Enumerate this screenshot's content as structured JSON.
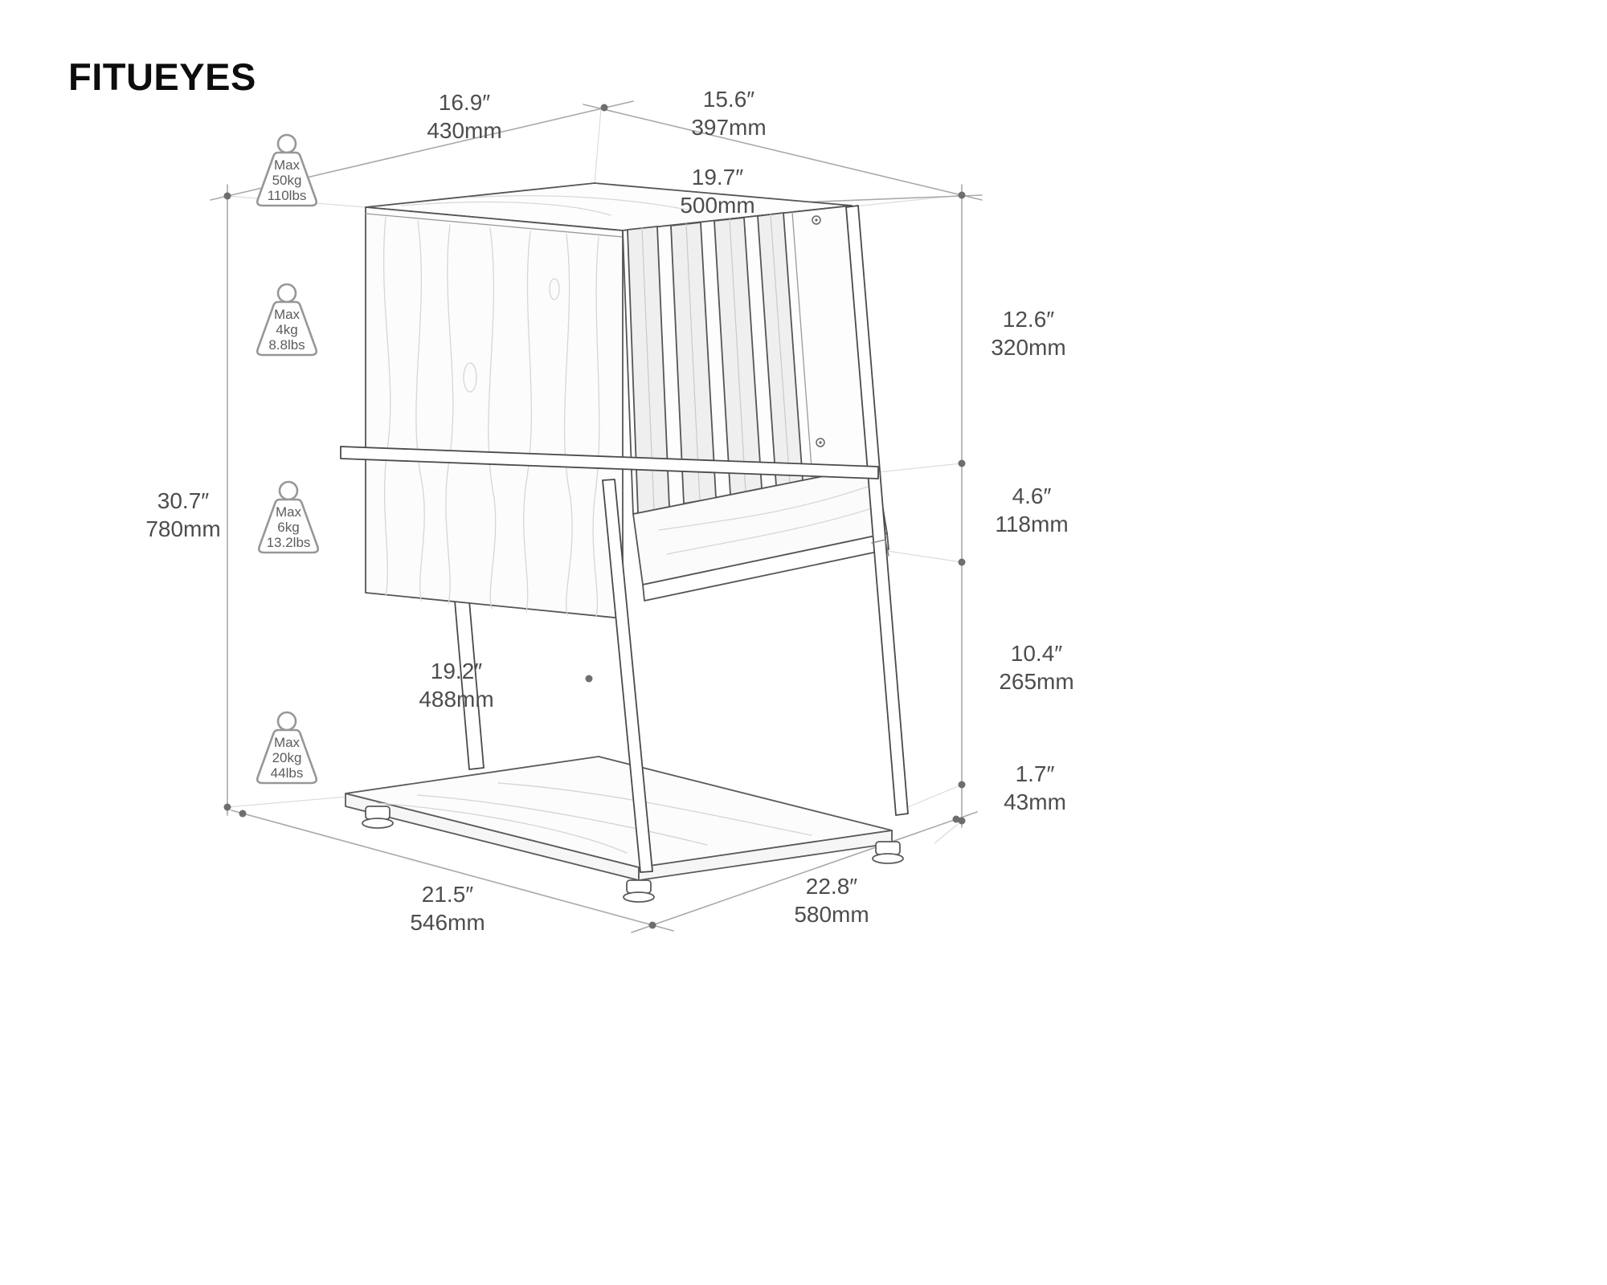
{
  "logo": "FITUEYES",
  "colors": {
    "line": "#8a8a8a",
    "structural_line": "#4a4a4a",
    "dimension_line": "#a9a9a9",
    "text": "#4d4d4d",
    "logo": "#0d0d0d"
  },
  "weights": [
    {
      "max": "Max",
      "kg": "50kg",
      "lbs": "110lbs"
    },
    {
      "max": "Max",
      "kg": "4kg",
      "lbs": "8.8lbs"
    },
    {
      "max": "Max",
      "kg": "6kg",
      "lbs": "13.2lbs"
    },
    {
      "max": "Max",
      "kg": "20kg",
      "lbs": "44lbs"
    }
  ],
  "dims": {
    "top_width": {
      "inches": "16.9″",
      "mm": "430mm"
    },
    "top_depth": {
      "inches": "15.6″",
      "mm": "397mm"
    },
    "top_diagonal": {
      "inches": "19.7″",
      "mm": "500mm"
    },
    "upper_section_height": {
      "inches": "12.6″",
      "mm": "320mm"
    },
    "overall_height": {
      "inches": "30.7″",
      "mm": "780mm"
    },
    "shelf_opening_height": {
      "inches": "4.6″",
      "mm": "118mm"
    },
    "lower_clearance_height": {
      "inches": "10.4″",
      "mm": "265mm"
    },
    "column_height": {
      "inches": "19.2″",
      "mm": "488mm"
    },
    "foot_height": {
      "inches": "1.7″",
      "mm": "43mm"
    },
    "base_width": {
      "inches": "21.5″",
      "mm": "546mm"
    },
    "base_depth": {
      "inches": "22.8″",
      "mm": "580mm"
    }
  }
}
